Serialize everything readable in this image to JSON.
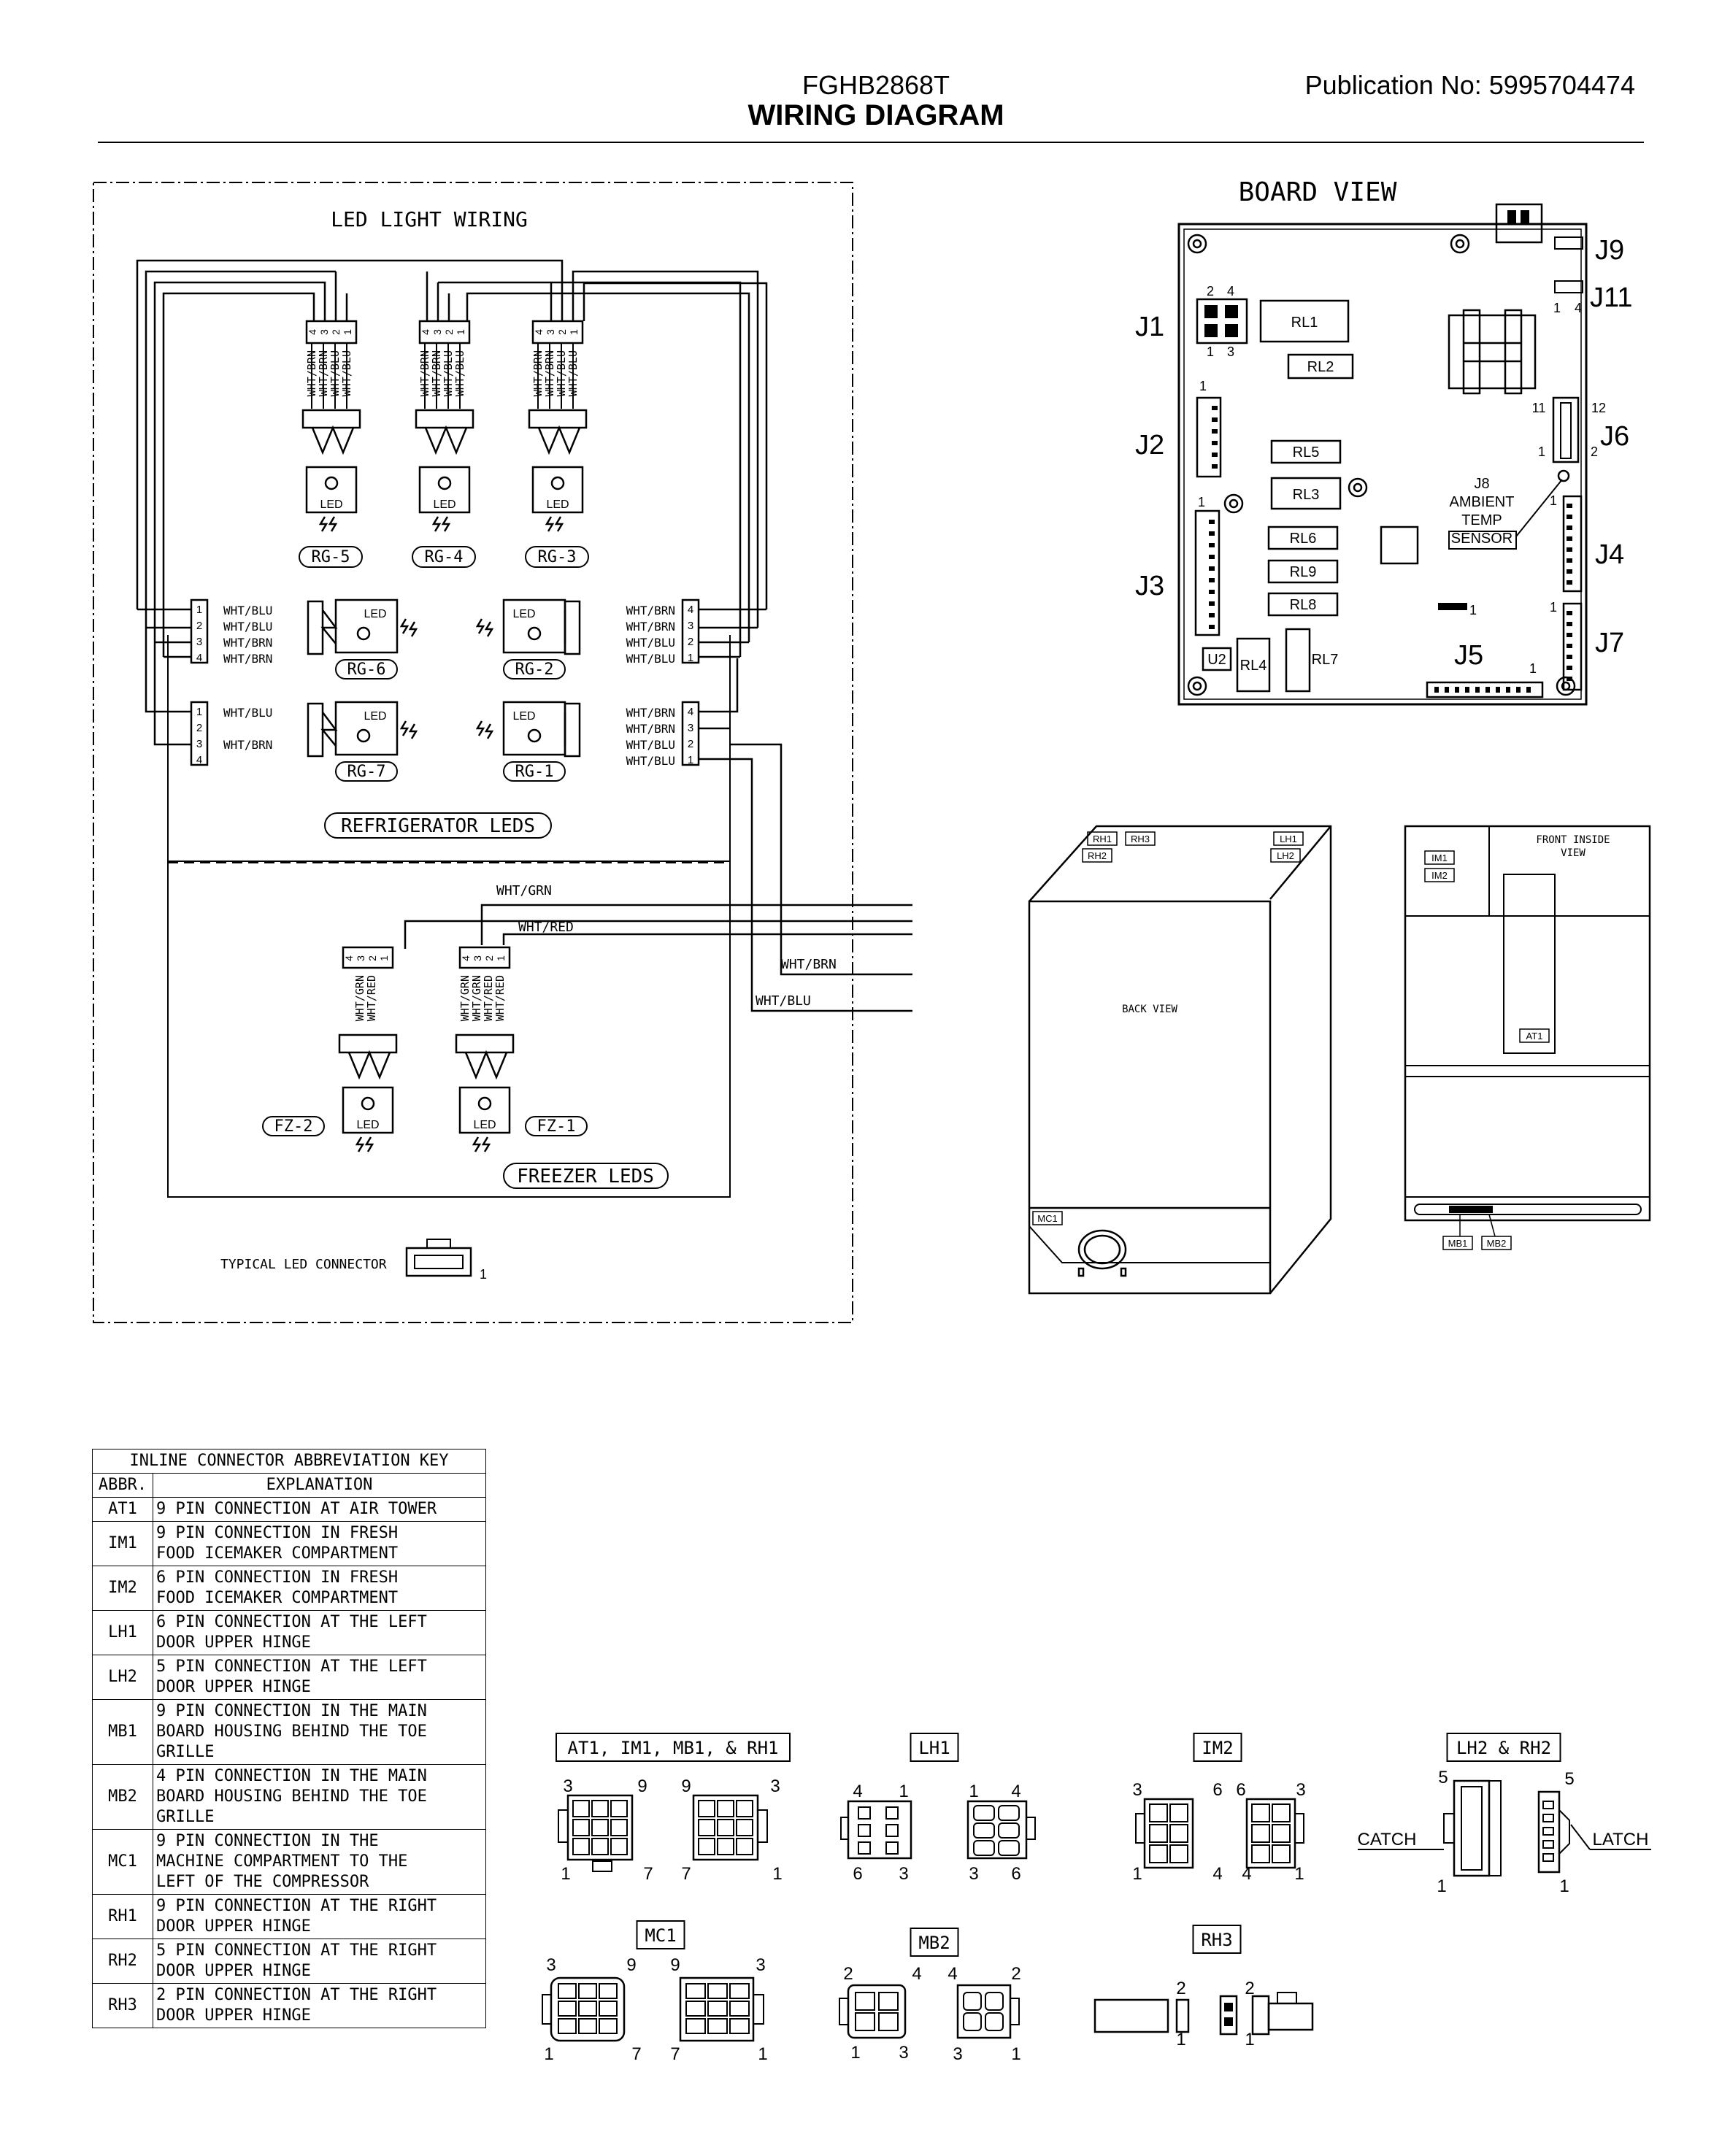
{
  "header": {
    "model": "FGHB2868T",
    "title": "WIRING DIAGRAM",
    "publication": "Publication No:  5995704474"
  },
  "led_panel": {
    "title": "LED LIGHT WIRING",
    "top_groups": [
      {
        "id": "RG-5",
        "wires": [
          "WHT/BRN",
          "WHT/BRN",
          "WHT/BLU",
          "WHT/BLU"
        ]
      },
      {
        "id": "RG-4",
        "wires": [
          "WHT/BRN",
          "WHT/BRN",
          "WHT/BLU",
          "WHT/BLU"
        ]
      },
      {
        "id": "RG-3",
        "wires": [
          "WHT/BRN",
          "WHT/BRN",
          "WHT/BLU",
          "WHT/BLU"
        ]
      }
    ],
    "pin_labels": [
      "4",
      "3",
      "2",
      "1"
    ],
    "left_conn_upper_labels": [
      "WHT/BLU",
      "WHT/BLU",
      "WHT/BRN",
      "WHT/BRN"
    ],
    "left_conn_lower_labels": [
      "WHT/BLU",
      "WHT/BRN"
    ],
    "right_conn_labels": [
      "WHT/BRN",
      "WHT/BRN",
      "WHT/BLU",
      "WHT/BLU"
    ],
    "mid_groups": [
      "RG-6",
      "RG-2",
      "RG-7",
      "RG-1"
    ],
    "led_text": "LED",
    "refrigerator_label": "REFRIGERATOR LEDS",
    "freezer_label": "FREEZER LEDS",
    "freezer_groups": [
      {
        "id": "FZ-2",
        "wires": [
          "WHT/GRN",
          "WHT/RED"
        ]
      },
      {
        "id": "FZ-1",
        "wires": [
          "WHT/GRN",
          "WHT/GRN",
          "WHT/RED",
          "WHT/RED"
        ]
      }
    ],
    "bus_labels": [
      "WHT/GRN",
      "WHT/RED",
      "WHT/BRN",
      "WHT/BLU"
    ],
    "typical_connector": "TYPICAL LED CONNECTOR",
    "typical_pin": "1"
  },
  "board_view": {
    "title": "BOARD VIEW",
    "connectors": [
      "J1",
      "J2",
      "J3",
      "J4",
      "J5",
      "J6",
      "J7",
      "J9",
      "J11"
    ],
    "relays": [
      "RL1",
      "RL2",
      "RL5",
      "RL3",
      "RL6",
      "RL9",
      "RL8",
      "RL4",
      "RL7",
      "U2"
    ],
    "sensor_label": [
      "J8",
      "AMBIENT",
      "TEMP",
      "SENSOR"
    ],
    "pin_numbers": {
      "j1": [
        "2",
        "4",
        "1",
        "3"
      ],
      "j11": [
        "1",
        "4"
      ],
      "j2": "1",
      "j3": "1",
      "j6": [
        "11",
        "12",
        "1",
        "2"
      ],
      "j4": "1",
      "j7": "1",
      "j5": "1",
      "mid": "1"
    }
  },
  "back_view": {
    "label": "BACK VIEW",
    "tags": [
      "RH1",
      "RH3",
      "RH2",
      "LH1",
      "LH2",
      "MC1"
    ]
  },
  "front_view": {
    "label": [
      "FRONT INSIDE",
      "VIEW"
    ],
    "tags": [
      "IM1",
      "IM2",
      "AT1",
      "MB1",
      "MB2"
    ]
  },
  "key_table": {
    "title": "INLINE CONNECTOR ABBREVIATION KEY",
    "col_abbr": "ABBR.",
    "col_expl": "EXPLANATION",
    "rows": [
      {
        "abbr": "AT1",
        "lines": [
          "9 PIN CONNECTION AT AIR TOWER"
        ]
      },
      {
        "abbr": "IM1",
        "lines": [
          "9 PIN CONNECTION IN FRESH",
          "FOOD ICEMAKER COMPARTMENT"
        ]
      },
      {
        "abbr": "IM2",
        "lines": [
          "6 PIN CONNECTION IN FRESH",
          "FOOD ICEMAKER COMPARTMENT"
        ]
      },
      {
        "abbr": "LH1",
        "lines": [
          "6 PIN CONNECTION AT THE LEFT",
          "DOOR UPPER HINGE"
        ]
      },
      {
        "abbr": "LH2",
        "lines": [
          "5 PIN CONNECTION AT THE LEFT",
          "DOOR UPPER HINGE"
        ]
      },
      {
        "abbr": "MB1",
        "lines": [
          "9 PIN CONNECTION IN THE MAIN",
          "BOARD HOUSING BEHIND THE TOE",
          "GRILLE"
        ]
      },
      {
        "abbr": "MB2",
        "lines": [
          "4 PIN CONNECTION IN THE MAIN",
          "BOARD HOUSING BEHIND THE TOE",
          "GRILLE"
        ]
      },
      {
        "abbr": "MC1",
        "lines": [
          "9 PIN CONNECTION IN THE",
          "MACHINE COMPARTMENT TO THE",
          "LEFT OF THE COMPRESSOR"
        ]
      },
      {
        "abbr": "RH1",
        "lines": [
          "9 PIN CONNECTION AT THE RIGHT",
          "DOOR UPPER HINGE"
        ]
      },
      {
        "abbr": "RH2",
        "lines": [
          "5 PIN CONNECTION AT THE RIGHT",
          "DOOR UPPER HINGE"
        ]
      },
      {
        "abbr": "RH3",
        "lines": [
          "2 PIN CONNECTION AT THE RIGHT",
          "DOOR UPPER HINGE"
        ]
      }
    ]
  },
  "connector_legend": {
    "group1": {
      "title": "AT1, IM1, MB1, & RH1",
      "pins_a": [
        "3",
        "9",
        "1",
        "7"
      ],
      "pins_b": [
        "9",
        "3",
        "7",
        "1"
      ]
    },
    "group2": {
      "title": "LH1",
      "pins_a": [
        "4",
        "1",
        "6",
        "3"
      ],
      "pins_b": [
        "1",
        "4",
        "3",
        "6"
      ]
    },
    "group3": {
      "title": "IM2",
      "pins_a": [
        "3",
        "6",
        "1",
        "4"
      ],
      "pins_b": [
        "6",
        "3",
        "4",
        "1"
      ]
    },
    "group4": {
      "title": "LH2 & RH2",
      "pins_a": [
        "5",
        "1"
      ],
      "pins_b": [
        "5",
        "1"
      ],
      "left_label": "CATCH",
      "right_label": "LATCH"
    },
    "group5": {
      "title": "MC1",
      "pins_a": [
        "3",
        "9",
        "1",
        "7"
      ],
      "pins_b": [
        "9",
        "3",
        "7",
        "1"
      ]
    },
    "group6": {
      "title": "MB2",
      "pins_a": [
        "2",
        "4",
        "1",
        "3"
      ],
      "pins_b": [
        "4",
        "2",
        "3",
        "1"
      ]
    },
    "group7": {
      "title": "RH3",
      "pins_a": [
        "2",
        "1"
      ],
      "pins_b": [
        "2",
        "1"
      ]
    }
  }
}
